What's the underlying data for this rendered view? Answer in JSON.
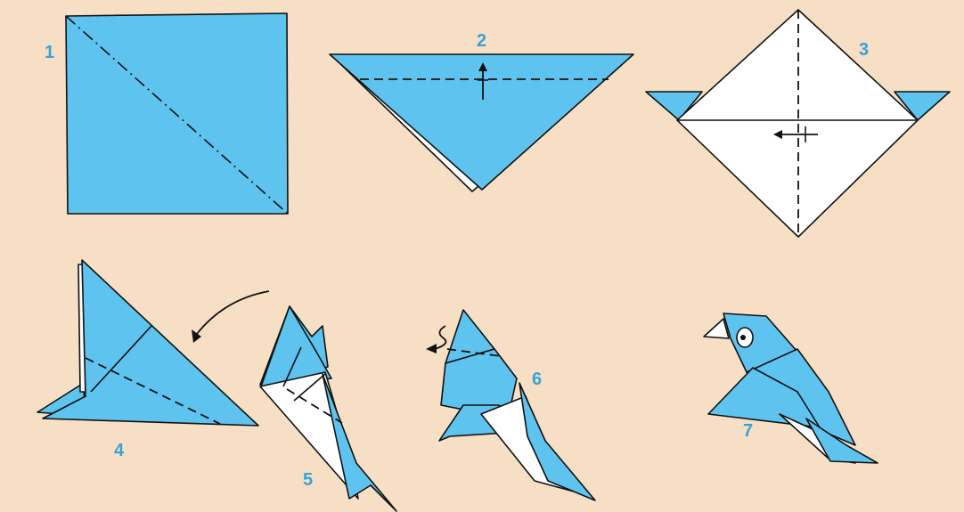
{
  "steps": [
    {
      "label": "1"
    },
    {
      "label": "2"
    },
    {
      "label": "3"
    },
    {
      "label": "4"
    },
    {
      "label": "5"
    },
    {
      "label": "6"
    },
    {
      "label": "7"
    }
  ],
  "colors": {
    "background": "#f6dfc4",
    "paper_blue": "#5ec4ef",
    "paper_white": "#ffffff",
    "step_number": "#3aa0d8",
    "outline": "#111111"
  },
  "icons": {
    "valley_fold": "dashed-line",
    "diagonal_fold": "dash-dot-line",
    "fold_direction": "arrow",
    "turn_over": "curved-arrow",
    "inside_reverse_fold": "squiggle-arrow"
  }
}
